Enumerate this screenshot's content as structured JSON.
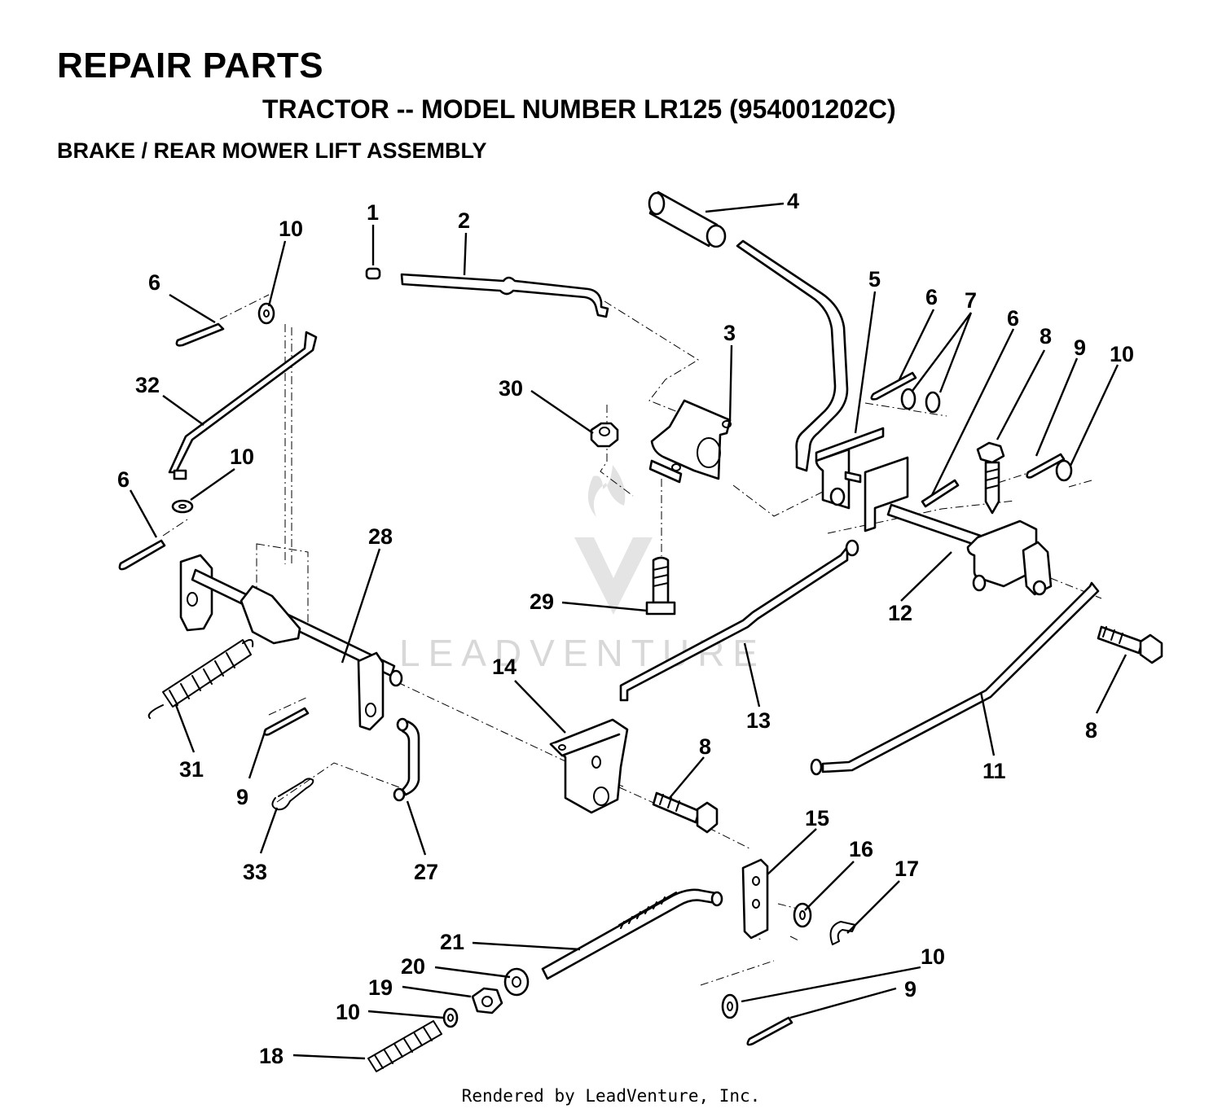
{
  "header": {
    "title": "REPAIR PARTS",
    "model": "TRACTOR -- MODEL NUMBER LR125 (954001202C)",
    "section": "BRAKE / REAR MOWER LIFT ASSEMBLY"
  },
  "watermark": "LEADVENTURE",
  "footer": "Rendered by LeadVenture, Inc.",
  "callouts": [
    "1",
    "2",
    "3",
    "4",
    "5",
    "6",
    "6",
    "6",
    "6",
    "7",
    "8",
    "8",
    "8",
    "9",
    "9",
    "9",
    "10",
    "10",
    "10",
    "10",
    "10",
    "11",
    "12",
    "13",
    "14",
    "15",
    "16",
    "17",
    "18",
    "19",
    "20",
    "21",
    "27",
    "28",
    "29",
    "30",
    "31",
    "32",
    "33"
  ]
}
